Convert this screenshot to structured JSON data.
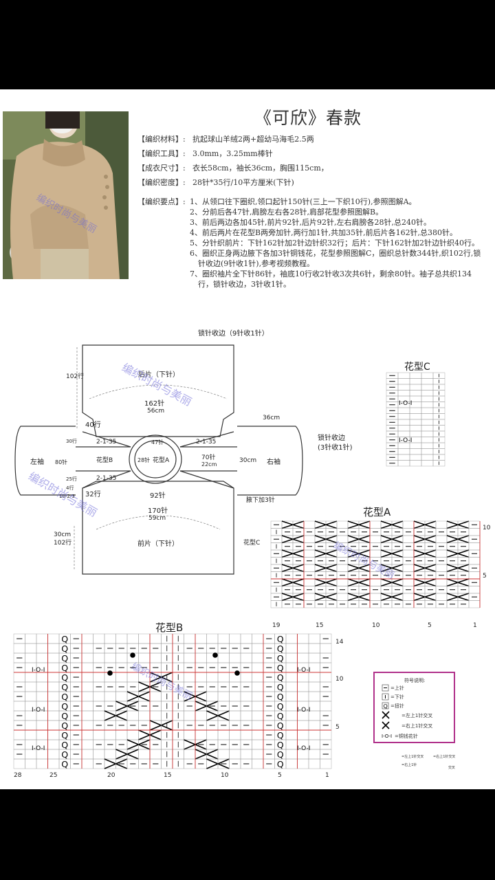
{
  "title": "《可欣》春款",
  "specs": [
    {
      "label": "【编织材料】:",
      "value": "抗起球山羊绒2两+超幼马海毛2.5两"
    },
    {
      "label": "【编织工具】:",
      "value": "3.0mm，3.25mm棒针"
    },
    {
      "label": "【成衣尺寸】:",
      "value": "衣长58cm，袖长36cm，胸围115cm，"
    },
    {
      "label": "【编织密度】:",
      "value": "28针*35行/10平方厘米(下针)"
    }
  ],
  "requirements_label": "【编织要点】:",
  "steps": [
    "1、从领口往下圈织,领口起针150针(三上一下织10行),参照图解A。",
    "2、分前后各47针,肩膀左右各28针,肩部花型参照图解B。",
    "3、前后两边各加45针,前片92针,后片92针,左右肩膀各28针,总240针。",
    "4、前后两片在花型B两旁加针,两行加1针,共加35针,前后片各162针,总380针。",
    "5、分针织前片：下针162针加2针边针织32行；后片：下针162针加2针边针织40行。",
    "6、圈织正身两边腋下各加3针铜钱花，花型参照图解C，圈织总针数344针,织102行,锁针收边(9针收1针),参考视频教程。",
    "7、圈织袖片全下针86针，袖底10行收2针收3次共6针，剩余80针。袖子总共织134行，锁针收边，3针收1针。"
  ],
  "watermark": "编织时尚与美丽",
  "schematic": {
    "top_bind": "锁针收边（9针收1针）",
    "back_label": "后片（下针）",
    "back_stitches": "162针",
    "back_cm": "56cm",
    "rows_102": "102行",
    "rows_40": "40行",
    "rows_32": "32行",
    "dec_left_top": "2-1-35",
    "dec_right_top": "2-1-35",
    "dec_left_bottom": "2-1-35",
    "neck_47": "47针",
    "neck_28": "28针",
    "pattern_b": "花型B",
    "pattern_a": "花型A",
    "sts_70": "70针",
    "cm_22": "22cm",
    "sts_92": "92针",
    "front_sts": "170针",
    "front_cm": "59cm",
    "front_label": "前片（下针）",
    "left_sleeve": "左袖",
    "right_sleeve": "右袖",
    "sleeve_rows_80": "80针",
    "sleeve_30": "30行",
    "sleeve_25": "25行",
    "sleeve_4": "4行",
    "sleeve_dec": "10-2-3",
    "sleeve_36cm": "36cm",
    "sleeve_30cm": "30cm",
    "sleeve_bind": "锁针收边",
    "sleeve_bind2": "(3针收1针)",
    "underarm": "腋下加3针",
    "pattern_c_label": "花型C",
    "body_cm": "30cm",
    "body_rows": "102行"
  },
  "chart_c": {
    "title": "花型C"
  },
  "chart_a": {
    "title": "花型A",
    "x_ticks": [
      "19",
      "15",
      "10",
      "5",
      "1"
    ],
    "y_ticks": [
      "10",
      "5"
    ]
  },
  "chart_b": {
    "title": "花型B",
    "x_ticks": [
      "28",
      "25",
      "20",
      "15",
      "10",
      "5",
      "1"
    ],
    "y_ticks": [
      "14",
      "10",
      "5"
    ]
  },
  "legend": {
    "title": "符号说明:",
    "items": [
      "=上针",
      "=下针",
      "=扭针",
      "=左上1针交叉",
      "=右上1针交叉",
      "=铜钱花针"
    ],
    "extra": [
      "=左上1针交叉",
      "=右上1针交叉",
      "=右上1针",
      "交叉"
    ]
  }
}
